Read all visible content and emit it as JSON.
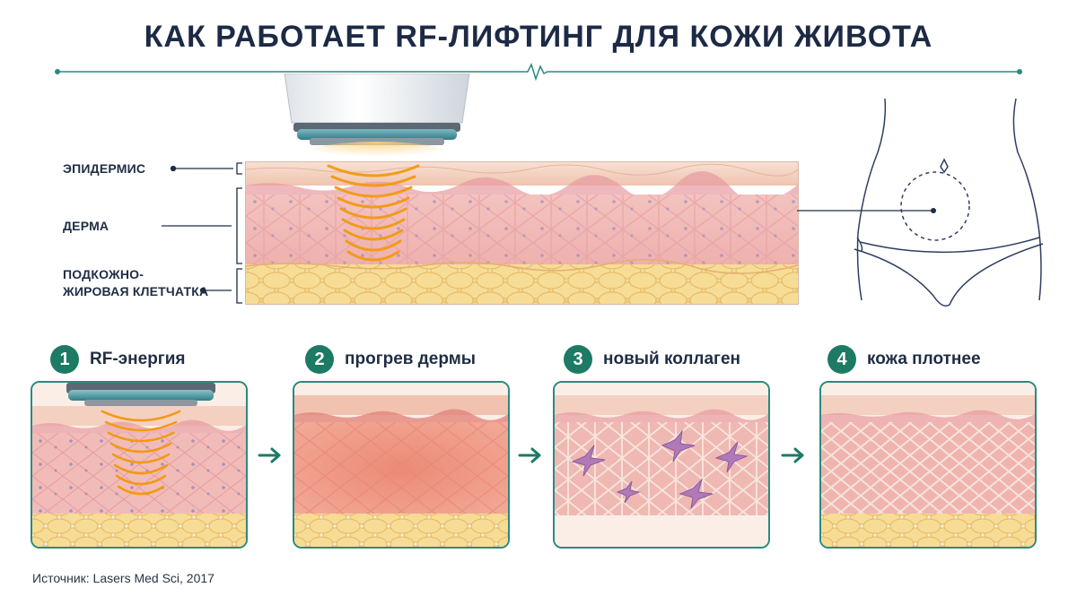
{
  "title": "КАК РАБОТАЕТ RF-ЛИФТИНГ ДЛЯ КОЖИ ЖИВОТА",
  "layers": {
    "epidermis": "ЭПИДЕРМИС",
    "dermis": "ДЕРМА",
    "subcutaneous_line1": "ПОДКОЖНО-",
    "subcutaneous_line2": "ЖИРОВАЯ КЛЕТЧАТКА"
  },
  "steps": [
    {
      "number": "1",
      "label": "RF-энергия"
    },
    {
      "number": "2",
      "label": "прогрев дермы"
    },
    {
      "number": "3",
      "label": "новый коллаген"
    },
    {
      "number": "4",
      "label": "кожа плотнее"
    }
  ],
  "source": "Источник: Lasers Med Sci, 2017",
  "colors": {
    "accent": "#1d7a64",
    "panel_border": "#2b8a7f",
    "rf_wave": "#f2a116",
    "epidermis": "#f4d2c0",
    "dermis": "#f1bcb8",
    "fat": "#f6dc9a",
    "heated_dermis": "#ee9683",
    "fibroblast": "#b07ab8"
  },
  "icons": {
    "divider": "heartbeat-pulse-icon",
    "arrow": "arrow-right-icon",
    "torso": "abdomen-outline-icon",
    "device": "rf-applicator-icon"
  }
}
